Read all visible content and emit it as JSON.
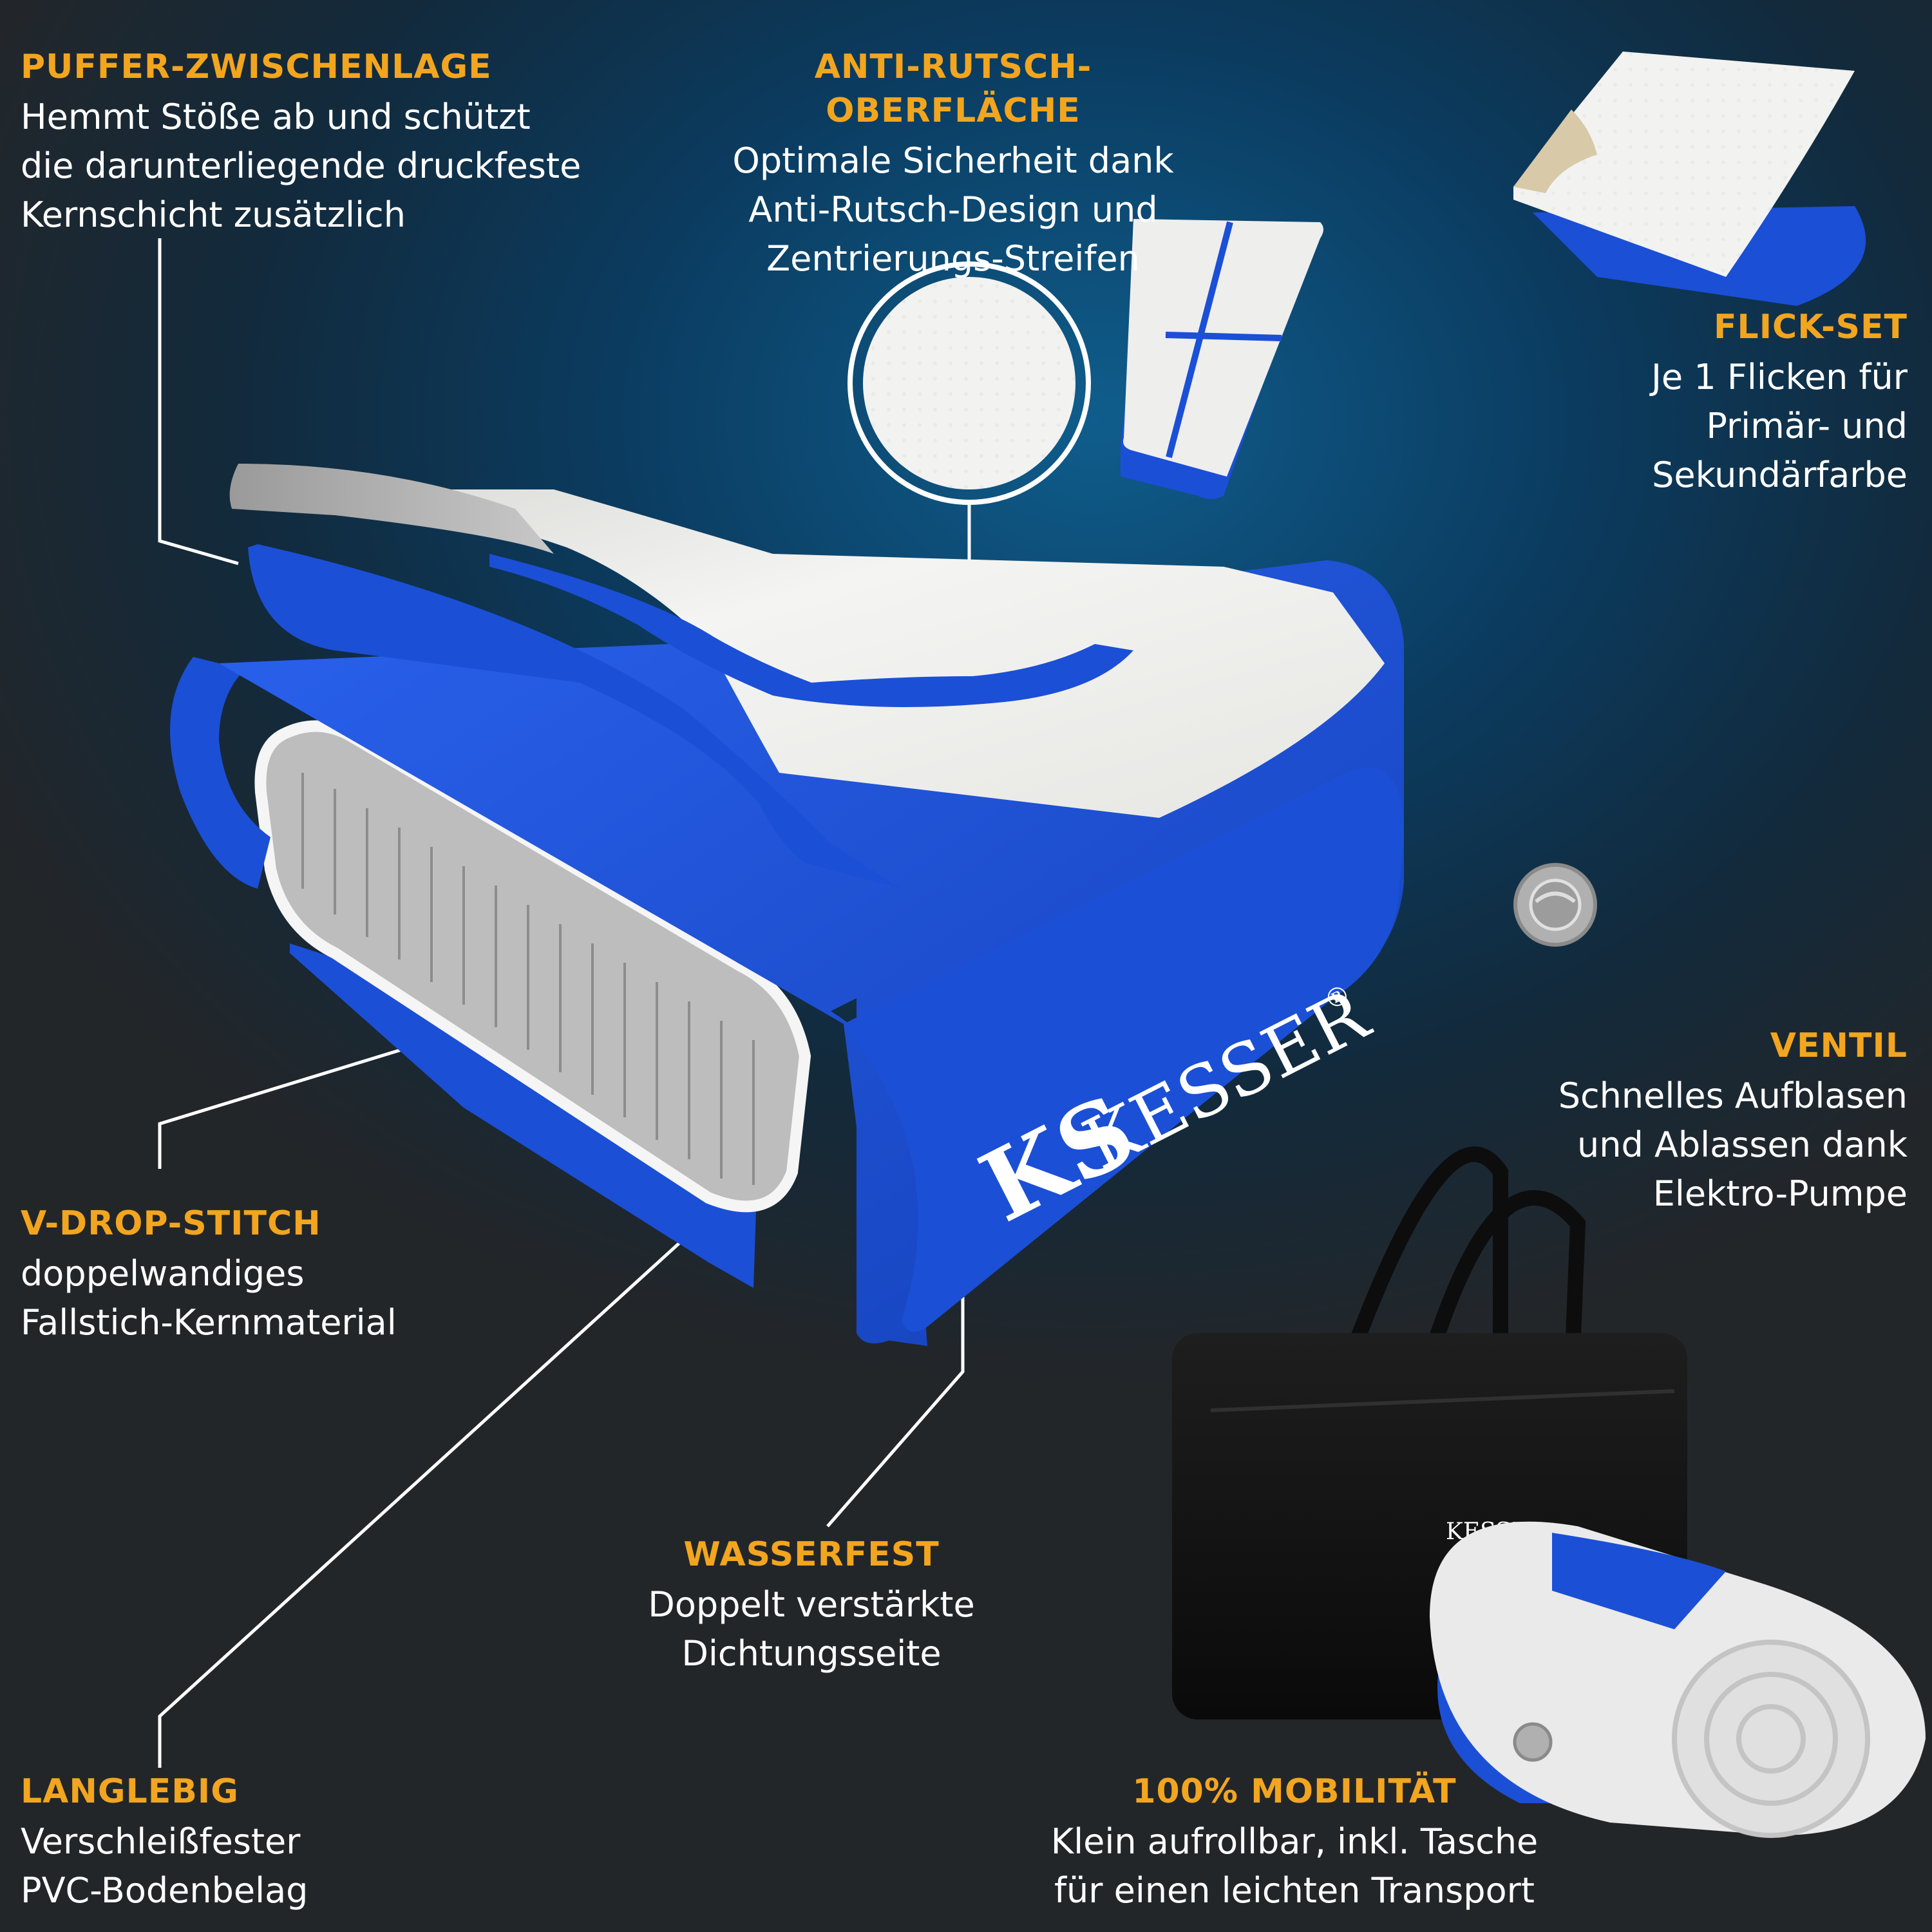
{
  "brand": {
    "name": "KESSER",
    "mark": "®",
    "logo_monogram": "KS"
  },
  "colors": {
    "accent": "#f2a51f",
    "mat_blue": "#1b4fd6",
    "mat_white": "#f1f1ef",
    "drop_stitch_gray": "#c9c9c9",
    "text": "#ffffff"
  },
  "callouts": {
    "puffer": {
      "title": "PUFFER-ZWISCHENLAGE",
      "text": "Hemmt Stöße ab und schützt\ndie darunterliegende druckfeste\nKernschicht zusätzlich"
    },
    "anti_rutsch": {
      "title": "ANTI-RUTSCH-OBERFLÄCHE",
      "text": "Optimale Sicherheit dank\nAnti-Rutsch-Design und\nZentrierungs-Streifen"
    },
    "flick_set": {
      "title": "FLICK-SET",
      "text": "Je 1 Flicken für\nPrimär- und\nSekundärfarbe"
    },
    "ventil": {
      "title": "VENTIL",
      "text": "Schnelles Aufblasen\nund Ablassen dank\nElektro-Pumpe"
    },
    "v_drop_stitch": {
      "title": "V-DROP-STITCH",
      "text": "doppelwandiges\nFallstich-Kernmaterial"
    },
    "wasserfest": {
      "title": "WASSERFEST",
      "text": "Doppelt verstärkte\nDichtungsseite"
    },
    "langlebig": {
      "title": "LANGLEBIG",
      "text": "Verschleißfester\nPVC-Bodenbelag"
    },
    "mobilitaet": {
      "title": "100% MOBILITÄT",
      "text": "Klein aufrollbar, inkl. Tasche\nfür einen leichten Transport"
    }
  },
  "icons": {
    "valve": "valve-icon",
    "bag": "carry-bag",
    "patch": "patch-kit",
    "mini_mat": "mini-mat",
    "texture_circle": "surface-magnifier"
  }
}
